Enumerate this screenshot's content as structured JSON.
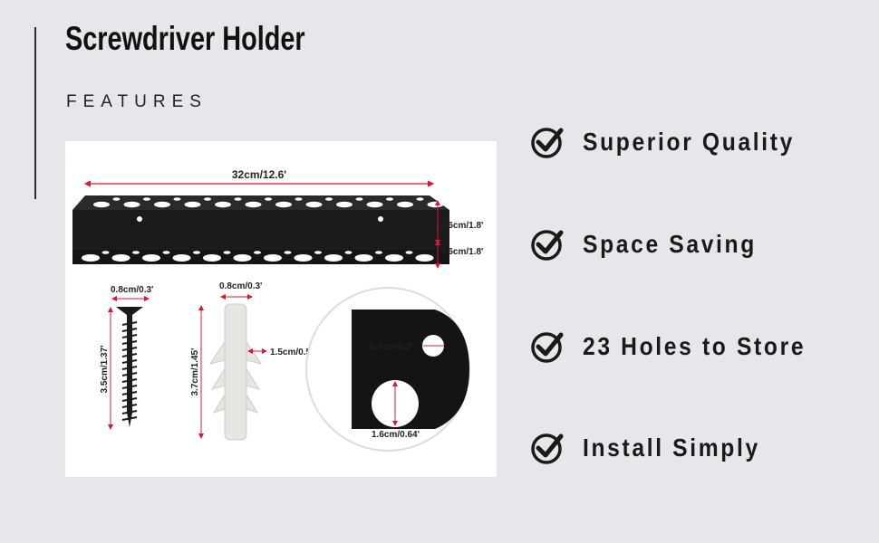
{
  "header": {
    "title": "Screwdriver Holder",
    "subtitle": "FEATURES"
  },
  "dimensions": {
    "length": "32cm/12.6'",
    "height_top": "4.6cm/1.8'",
    "height_bottom": "4.6cm/1.8'",
    "screw_width": "0.8cm/0.3'",
    "screw_length": "3.5cm/1.37'",
    "anchor_width": "0.8cm/0.3'",
    "anchor_length": "3.7cm/1.45'",
    "anchor_fin": "1.5cm/0.59'",
    "small_hole": "0.7cm/0.3'",
    "large_hole": "1.6cm/0.64'"
  },
  "features": [
    {
      "label": "Superior Quality",
      "icon": "check-circle-icon"
    },
    {
      "label": "Space Saving",
      "icon": "check-circle-icon"
    },
    {
      "label": "23 Holes to Store",
      "icon": "check-circle-icon"
    },
    {
      "label": "Install Simply",
      "icon": "check-circle-icon"
    }
  ],
  "colors": {
    "background": "#e6e7eb",
    "text": "#1a1a1a",
    "dimension_line": "#d9182d",
    "metal": "#1b1b1b"
  }
}
